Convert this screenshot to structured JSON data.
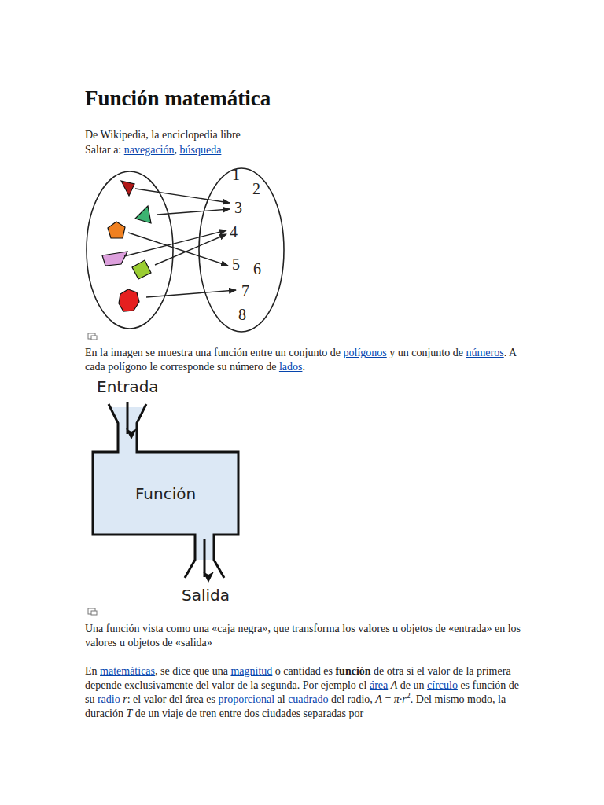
{
  "diagram": {
    "title": "Función matemática",
    "nodes": [
      {
        "text": [
          "1",
          "2",
          "3",
          "4",
          "5",
          "6",
          "7",
          "8"
        ]
      },
      {
        "text": [
          "Función"
        ]
      }
    ],
    "labels": [
      "De Wikipedia, la enciclopedia libre",
      "Saltar a:",
      "navegación",
      ",",
      "búsqueda",
      "En la imagen se muestra una función entre un conjunto de",
      "polígonos",
      "y un conjunto de",
      "números",
      ". A cada polígono le corresponde su número de",
      "lados",
      ".",
      "Entrada",
      "Salida",
      "Una función vista como una «caja negra», que transforma los valores u objetos de «entrada» en los valores u objetos de «salida»",
      "En",
      "matemáticas",
      ", se dice que una",
      "magnitud",
      "o cantidad es",
      "función",
      "de otra si el valor de la primera depende exclusivamente del valor de la segunda. Por ejemplo el",
      "área",
      "A",
      "de un",
      "círculo",
      "es función de su",
      "radio",
      "r",
      ": el valor del área es",
      "proporcional",
      "al",
      "cuadrado",
      "del radio,",
      "A",
      "=",
      "π·r",
      "2",
      ".",
      "Del mismo modo, la duración",
      "T",
      "de un viaje de tren entre dos ciudades separadas por"
    ]
  }
}
